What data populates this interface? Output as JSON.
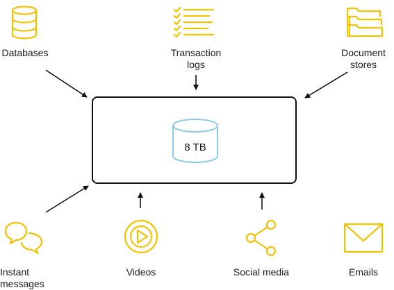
{
  "colors": {
    "icon": "#f2c200",
    "storage": "#8ccae6",
    "line": "#111111"
  },
  "storage": {
    "capacity": "8 TB",
    "icon": "cylinder-icon"
  },
  "sources": {
    "databases": {
      "label": "Databases",
      "icon": "database-icon"
    },
    "transaction_logs": {
      "label_line1": "Transaction",
      "label_line2": "logs",
      "icon": "checklist-icon"
    },
    "document_stores": {
      "label_line1": "Document",
      "label_line2": "stores",
      "icon": "folders-icon"
    },
    "instant_messages": {
      "label_line1": "Instant",
      "label_line2": "messages",
      "icon": "chat-bubbles-icon"
    },
    "videos": {
      "label": "Videos",
      "icon": "play-icon"
    },
    "social_media": {
      "label": "Social media",
      "icon": "share-icon"
    },
    "emails": {
      "label": "Emails",
      "icon": "envelope-icon"
    }
  }
}
